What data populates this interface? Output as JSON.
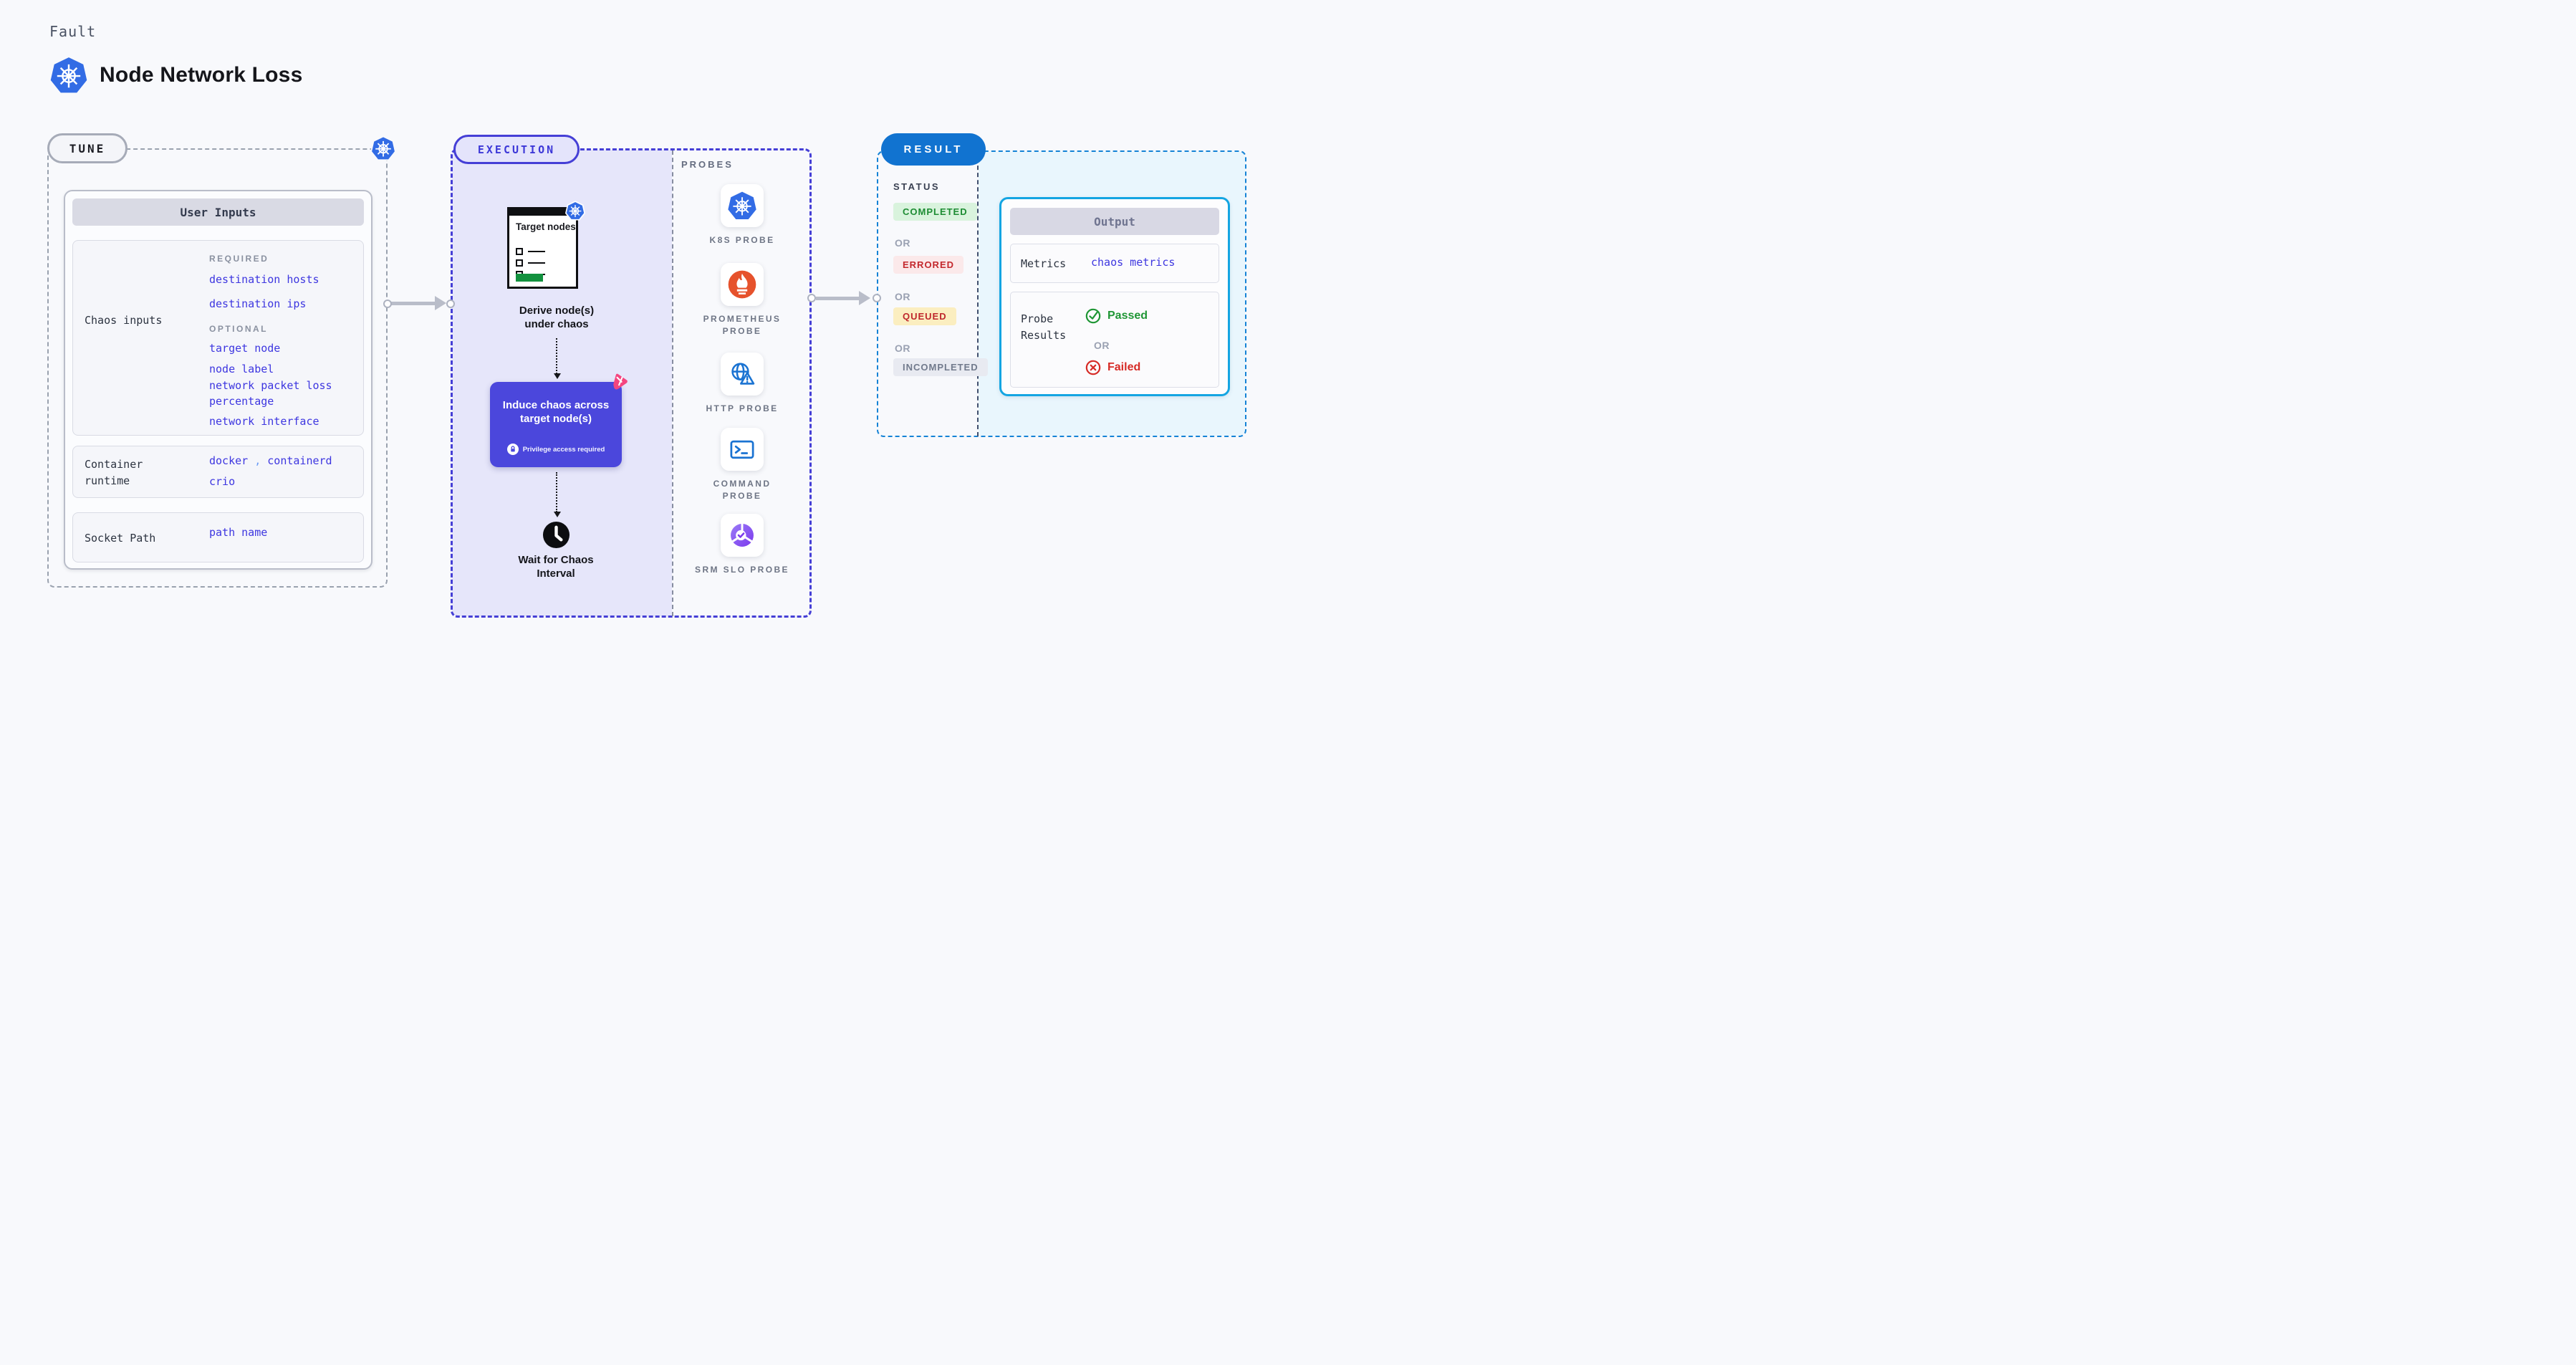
{
  "header": {
    "eyebrow": "Fault",
    "title": "Node Network Loss"
  },
  "tune": {
    "label": "TUNE",
    "user_inputs_title": "User Inputs",
    "chaos_inputs": {
      "label": "Chaos inputs",
      "required_label": "REQUIRED",
      "required": [
        "destination hosts",
        "destination ips"
      ],
      "optional_label": "OPTIONAL",
      "optional": [
        "target node",
        "node label",
        "network packet loss percentage",
        "network interface"
      ]
    },
    "container_runtime": {
      "label": "Container runtime",
      "value1": "docker",
      "separator": ",",
      "value2": "containerd",
      "value3": "crio"
    },
    "socket_path": {
      "label": "Socket Path",
      "value": "path name"
    }
  },
  "execution": {
    "label": "EXECUTION",
    "target_nodes_title": "Target nodes",
    "derive_step": "Derive node(s) under chaos",
    "induce_step": "Induce chaos across target node(s)",
    "privilege_note": "Privilege access required",
    "wait_step": "Wait for Chaos Interval",
    "probes_label": "PROBES",
    "probes": [
      {
        "name": "K8S PROBE",
        "icon": "kubernetes"
      },
      {
        "name": "PROMETHEUS PROBE",
        "icon": "prometheus"
      },
      {
        "name": "HTTP PROBE",
        "icon": "http-globe-warning"
      },
      {
        "name": "COMMAND PROBE",
        "icon": "terminal"
      },
      {
        "name": "SRM SLO PROBE",
        "icon": "slo-pie-check"
      }
    ]
  },
  "result": {
    "label": "RESULT",
    "status_label": "STATUS",
    "or_label": "OR",
    "statuses": [
      {
        "text": "COMPLETED",
        "type": "success"
      },
      {
        "text": "ERRORED",
        "type": "error"
      },
      {
        "text": "QUEUED",
        "type": "queued"
      },
      {
        "text": "INCOMPLETED",
        "type": "muted"
      }
    ],
    "output": {
      "title": "Output",
      "metrics_label": "Metrics",
      "metrics_value": "chaos metrics",
      "probe_results_label": "Probe Results",
      "passed_label": "Passed",
      "or_label": "OR",
      "failed_label": "Failed"
    }
  },
  "colors": {
    "kubernetes_blue": "#326ce5",
    "execution_indigo": "#453fd6",
    "link_indigo": "#3d36e0",
    "lavender_panel": "#e6e6fa",
    "result_blue": "#1173d0",
    "output_cyan_border": "#14a5e2",
    "output_cyan_bg": "#e9f6fd",
    "induce_purple": "#4b47dc",
    "chaos_pink": "#f5457f",
    "success_green": "#1d8c33",
    "error_red": "#c3282d",
    "queued_yellow_bg": "#fbeec0",
    "prometheus_orange": "#e6522c",
    "probe_icon_blue": "#1a73d2"
  }
}
